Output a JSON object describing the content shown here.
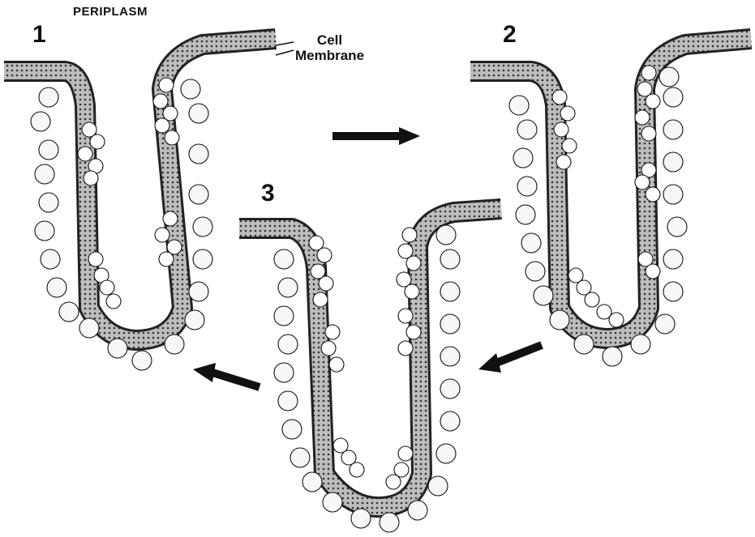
{
  "labels": {
    "region": "PERIPLASM",
    "membrane_line1": "Cell",
    "membrane_line2": "Membrane"
  },
  "panels": [
    {
      "number": "1"
    },
    {
      "number": "2"
    },
    {
      "number": "3"
    }
  ],
  "colors": {
    "ink": "#111111",
    "background": "#ffffff",
    "membrane_fill": "#6e6e6e",
    "membrane_light": "#cfcfcf",
    "periplasm_stipple": "#9a9a9a"
  }
}
